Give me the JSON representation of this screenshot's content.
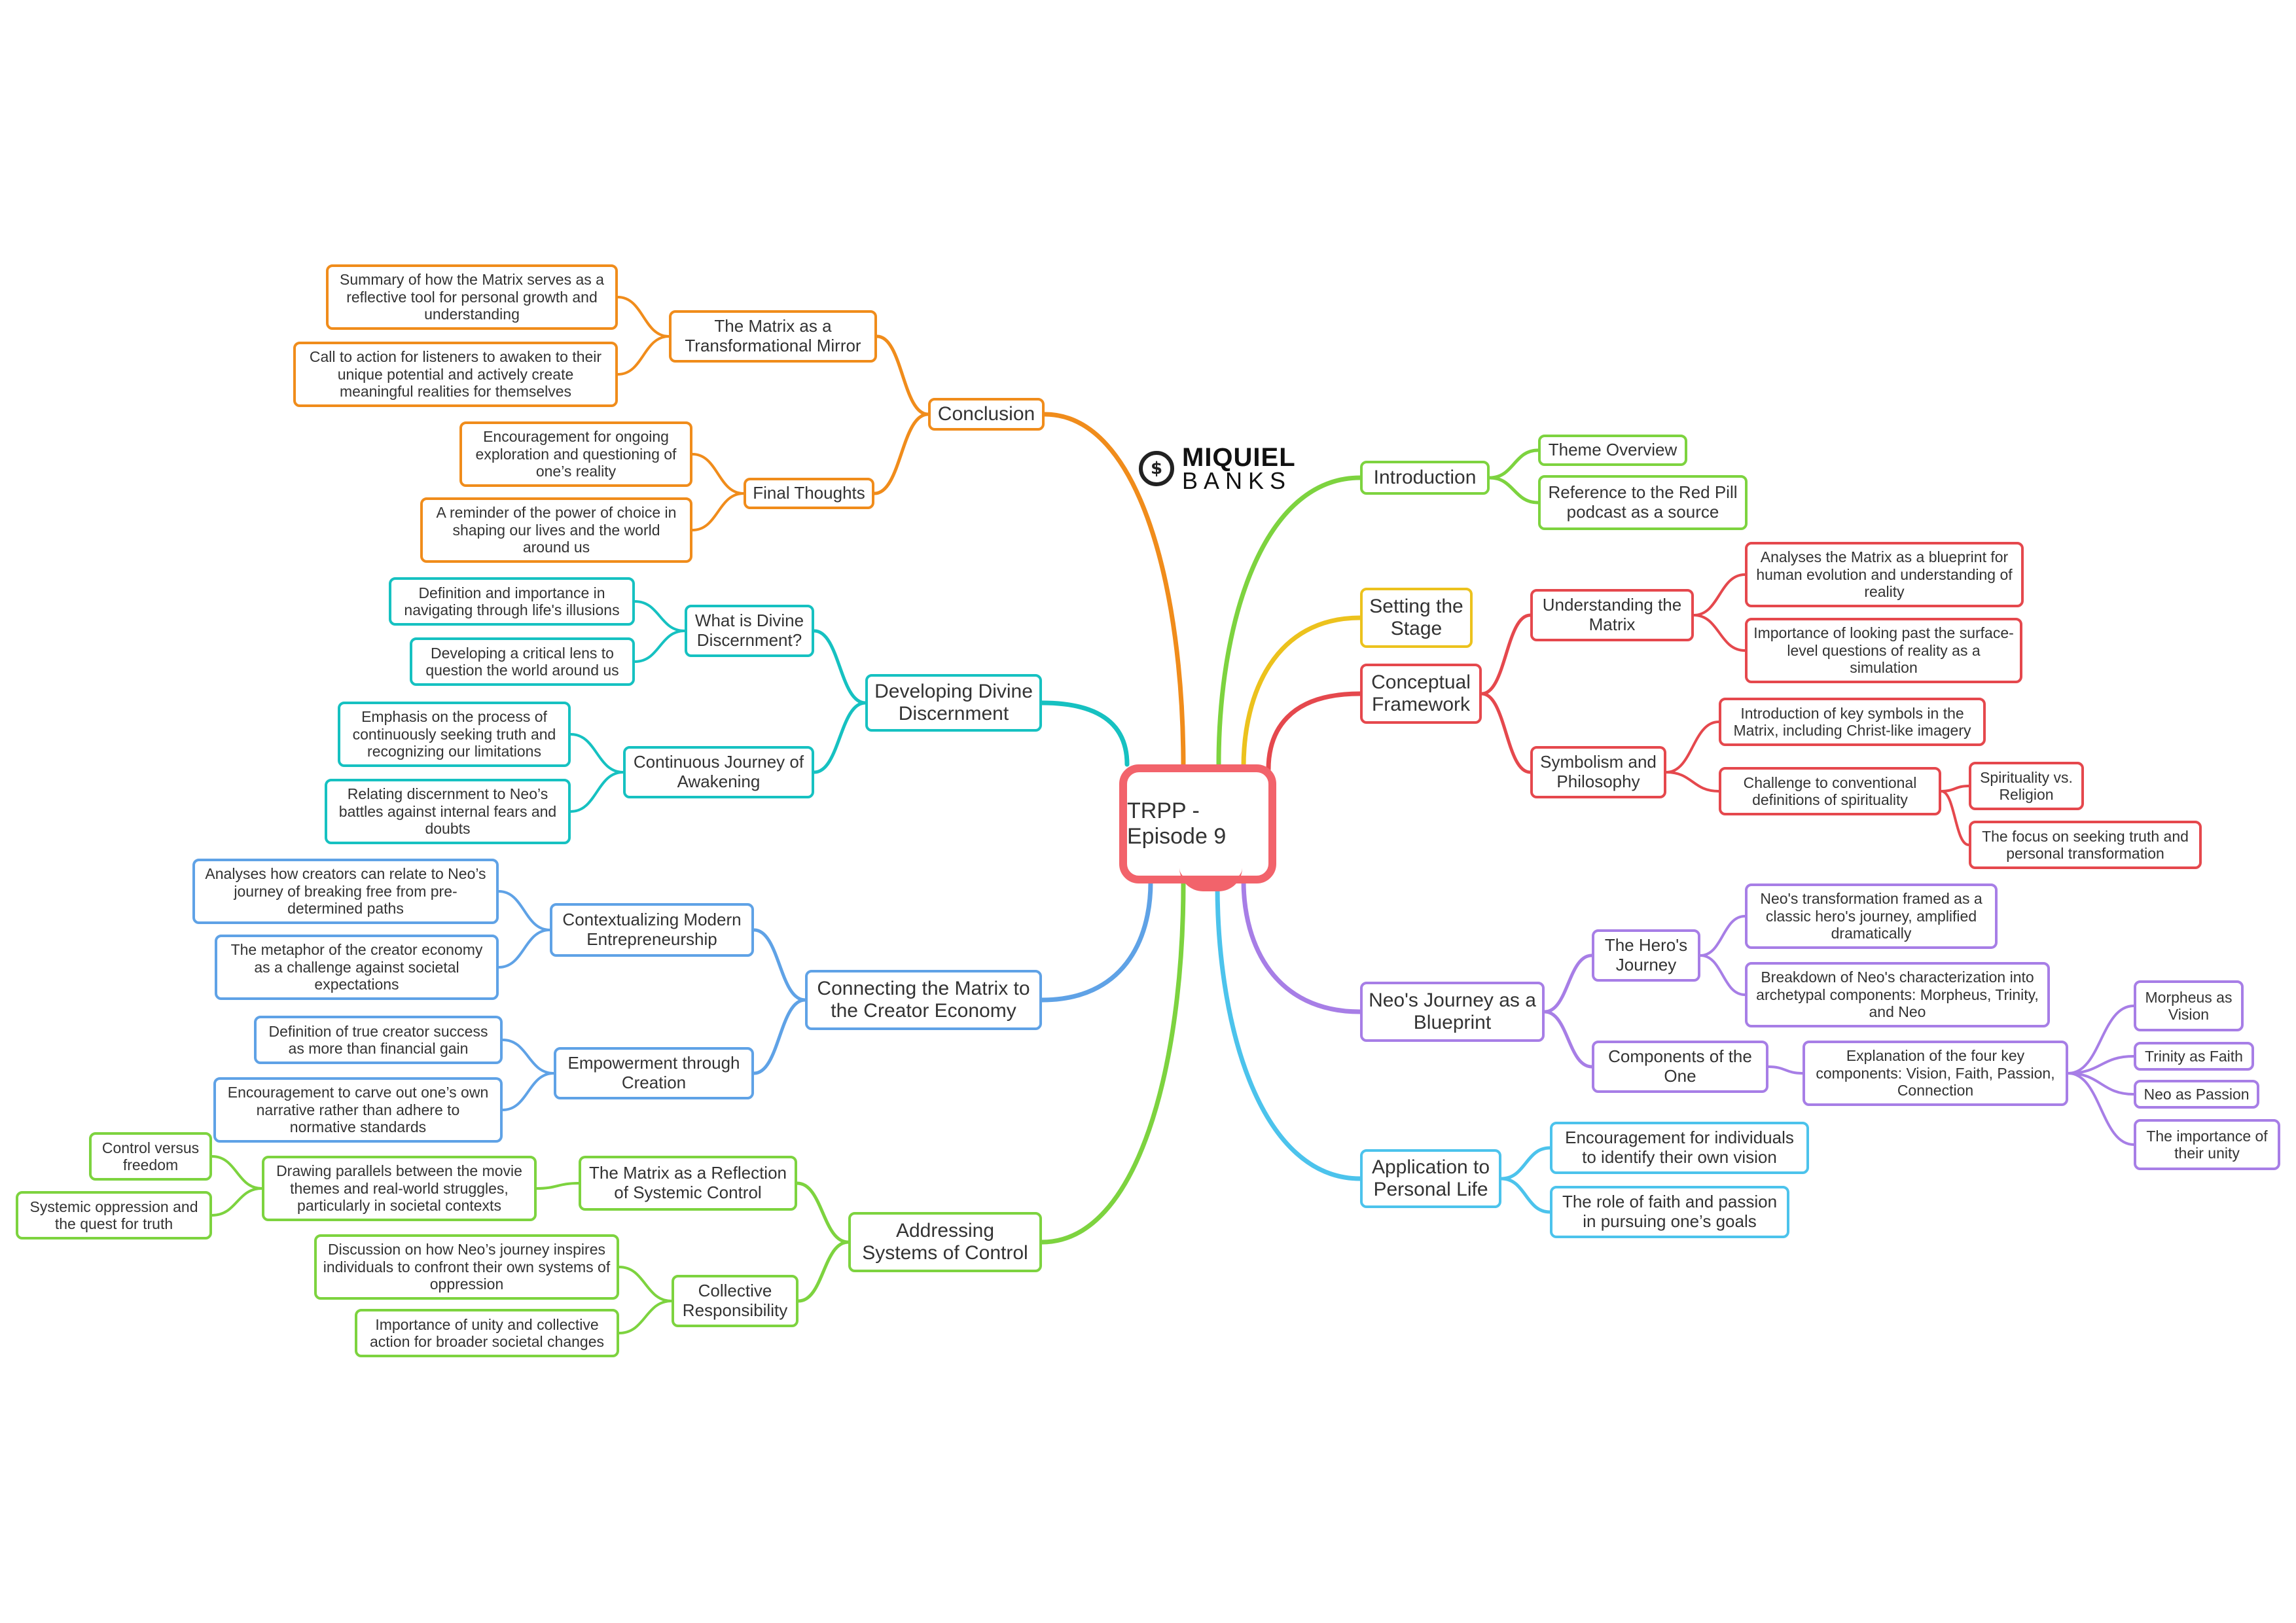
{
  "logo": {
    "line1": "MIQUIEL",
    "line2": "BANKS",
    "mark_icon": "miquiel-banks-logo-icon"
  },
  "root": {
    "label": "TRPP - Episode 9",
    "color": "#f2636b"
  },
  "branches": [
    {
      "id": "conclusion",
      "label": "Conclusion",
      "color": "#f08c1b",
      "children": [
        {
          "label": "The Matrix as a Transformational Mirror",
          "children": [
            {
              "label": "Summary of how the Matrix serves as a reflective tool for personal growth and understanding"
            },
            {
              "label": "Call to action for listeners to awaken to their unique potential and actively create meaningful realities for themselves"
            }
          ]
        },
        {
          "label": "Final Thoughts",
          "children": [
            {
              "label": "Encouragement for ongoing exploration and questioning of one’s reality"
            },
            {
              "label": "A reminder of the power of choice in shaping our lives and the world around us"
            }
          ]
        }
      ]
    },
    {
      "id": "discernment",
      "label": "Developing Divine Discernment",
      "color": "#16c1c1",
      "children": [
        {
          "label": "What is Divine Discernment?",
          "children": [
            {
              "label": "Definition and importance in navigating through life's illusions"
            },
            {
              "label": "Developing a critical lens to question the world around us"
            }
          ]
        },
        {
          "label": "Continuous Journey of Awakening",
          "children": [
            {
              "label": "Emphasis on the process of continuously seeking truth and recognizing our limitations"
            },
            {
              "label": "Relating discernment to Neo’s battles against internal fears and doubts"
            }
          ]
        }
      ]
    },
    {
      "id": "creator",
      "label": "Connecting the Matrix to the Creator Economy",
      "color": "#5fa2e6",
      "children": [
        {
          "label": "Contextualizing Modern Entrepreneurship",
          "children": [
            {
              "label": "Analyses how creators can relate to Neo’s journey of breaking free from pre-determined paths"
            },
            {
              "label": "The metaphor of the creator economy as a challenge against societal expectations"
            }
          ]
        },
        {
          "label": "Empowerment through Creation",
          "children": [
            {
              "label": "Definition of true creator success as more than financial gain"
            },
            {
              "label": "Encouragement to carve out one’s own narrative rather than adhere to normative standards"
            }
          ]
        }
      ]
    },
    {
      "id": "systems",
      "label": "Addressing Systems of Control",
      "color": "#7dd33f",
      "children": [
        {
          "label": "The Matrix as a Reflection of Systemic Control",
          "children": [
            {
              "label": "Drawing parallels between the movie themes and real-world struggles, particularly in societal contexts",
              "children": [
                {
                  "label": "Control versus freedom"
                },
                {
                  "label": "Systemic oppression and the quest for truth"
                }
              ]
            }
          ]
        },
        {
          "label": "Collective Responsibility",
          "children": [
            {
              "label": "Discussion on how Neo’s journey inspires individuals to confront their own systems of oppression"
            },
            {
              "label": "Importance of unity and collective action for broader societal changes"
            }
          ]
        }
      ]
    },
    {
      "id": "intro",
      "label": "Introduction",
      "color": "#7dd33f",
      "children": [
        {
          "label": "Theme Overview"
        },
        {
          "label": "Reference to the Red Pill podcast as a source"
        }
      ]
    },
    {
      "id": "stage",
      "label": "Setting the Stage",
      "color": "#ecc21d"
    },
    {
      "id": "framework",
      "label": "Conceptual Framework",
      "color": "#e5484d",
      "children": [
        {
          "label": "Understanding the Matrix",
          "children": [
            {
              "label": "Analyses the Matrix as a blueprint for human evolution and understanding of reality"
            },
            {
              "label": "Importance of looking past the surface-level questions of reality as a simulation"
            }
          ]
        },
        {
          "label": "Symbolism and Philosophy",
          "children": [
            {
              "label": "Introduction of key symbols in the Matrix, including Christ-like imagery"
            },
            {
              "label": "Challenge to conventional definitions of spirituality",
              "children": [
                {
                  "label": "Spirituality vs. Religion"
                },
                {
                  "label": "The focus on seeking truth and personal transformation"
                }
              ]
            }
          ]
        }
      ]
    },
    {
      "id": "neo",
      "label": "Neo's Journey as a Blueprint",
      "color": "#a77ee6",
      "children": [
        {
          "label": "The Hero's Journey",
          "children": [
            {
              "label": "Neo's transformation framed as a classic hero's journey, amplified dramatically"
            },
            {
              "label": "Breakdown of Neo's characterization into archetypal components: Morpheus, Trinity, and Neo"
            }
          ]
        },
        {
          "label": "Components of the One",
          "children": [
            {
              "label": "Explanation of the four key components: Vision, Faith, Passion, Connection",
              "children": [
                {
                  "label": "Morpheus as Vision"
                },
                {
                  "label": "Trinity as Faith"
                },
                {
                  "label": "Neo as Passion"
                },
                {
                  "label": "The importance of their unity"
                }
              ]
            }
          ]
        }
      ]
    },
    {
      "id": "application",
      "label": "Application to Personal Life",
      "color": "#4cc3ec",
      "children": [
        {
          "label": "Encouragement for individuals to identify their own vision"
        },
        {
          "label": "The role of faith and passion in pursuing one’s goals"
        }
      ]
    }
  ]
}
